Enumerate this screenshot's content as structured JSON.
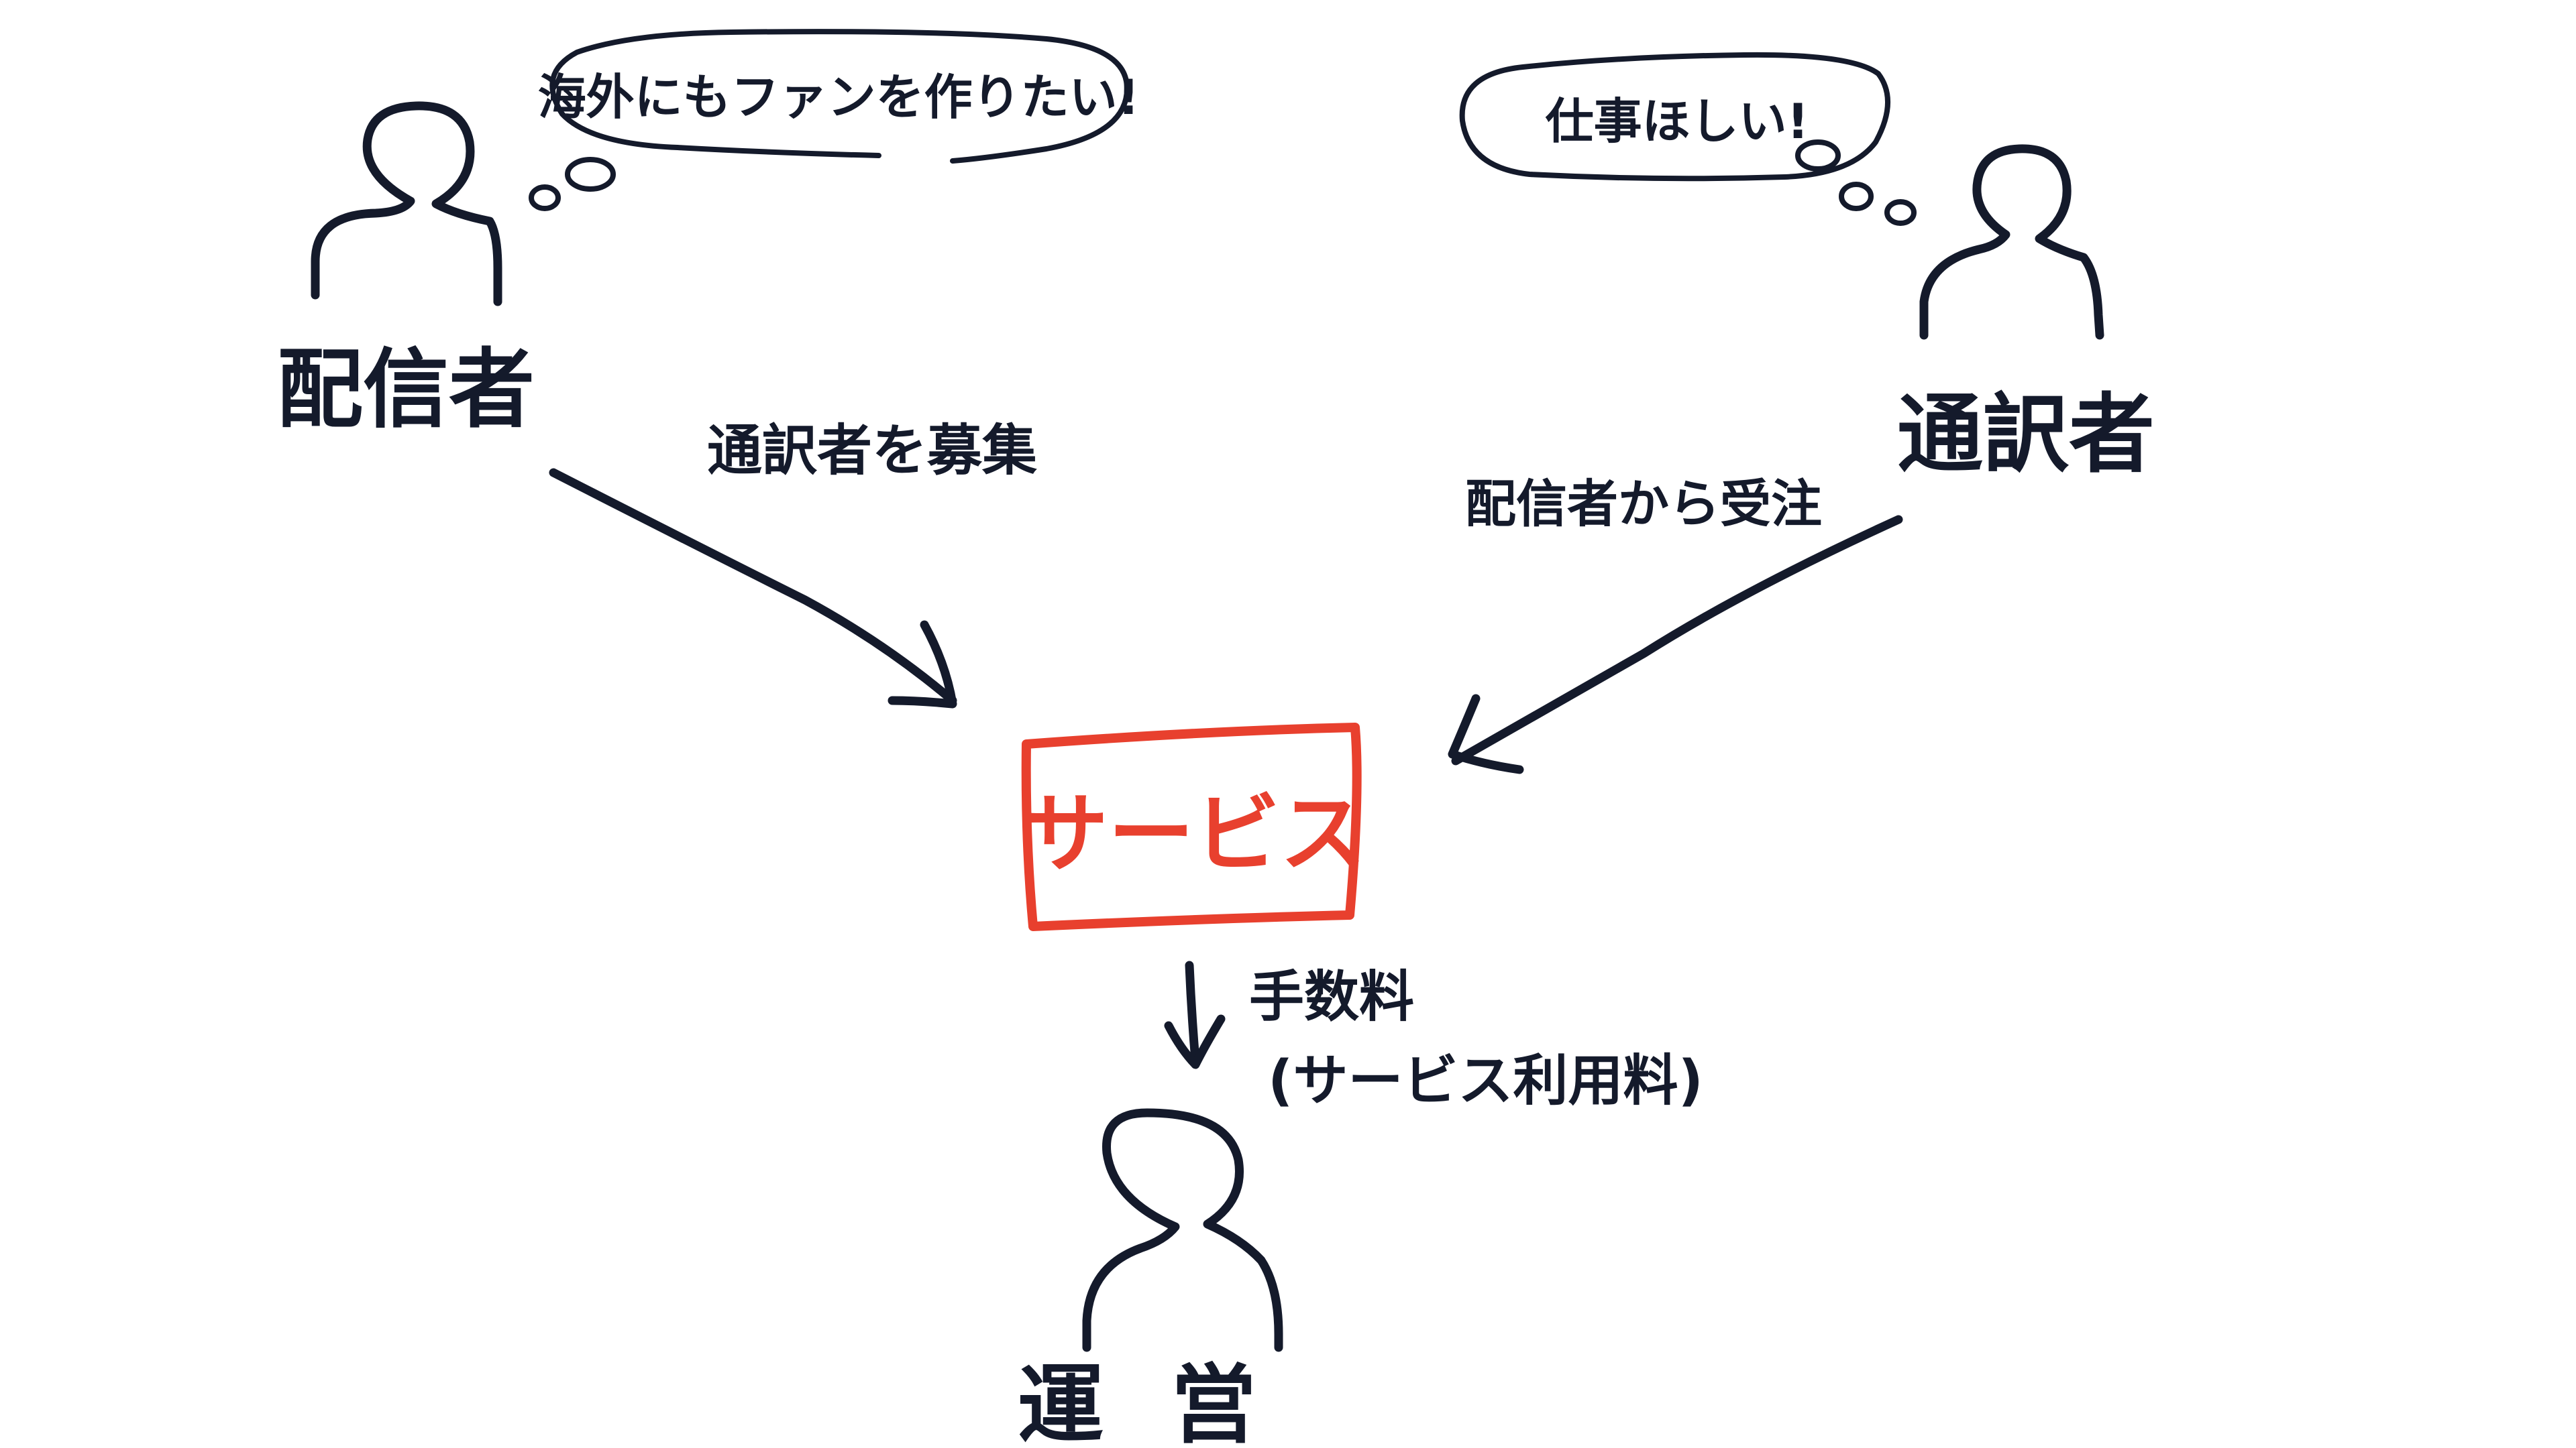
{
  "colors": {
    "ink": "#141a2b",
    "accent": "#e8402e",
    "background": "#ffffff"
  },
  "streamer": {
    "label": "配信者",
    "thought": "海外にもファンを作りたい!"
  },
  "translator": {
    "label": "通訳者",
    "thought": "仕事ほしい!"
  },
  "operator": {
    "label": "運営"
  },
  "service": {
    "label": "サービス"
  },
  "edges": {
    "streamer_to_service": "通訳者を募集",
    "translator_to_service": "配信者から受注",
    "service_to_operator_line1": "手数料",
    "service_to_operator_line2": "(サービス利用料)"
  }
}
